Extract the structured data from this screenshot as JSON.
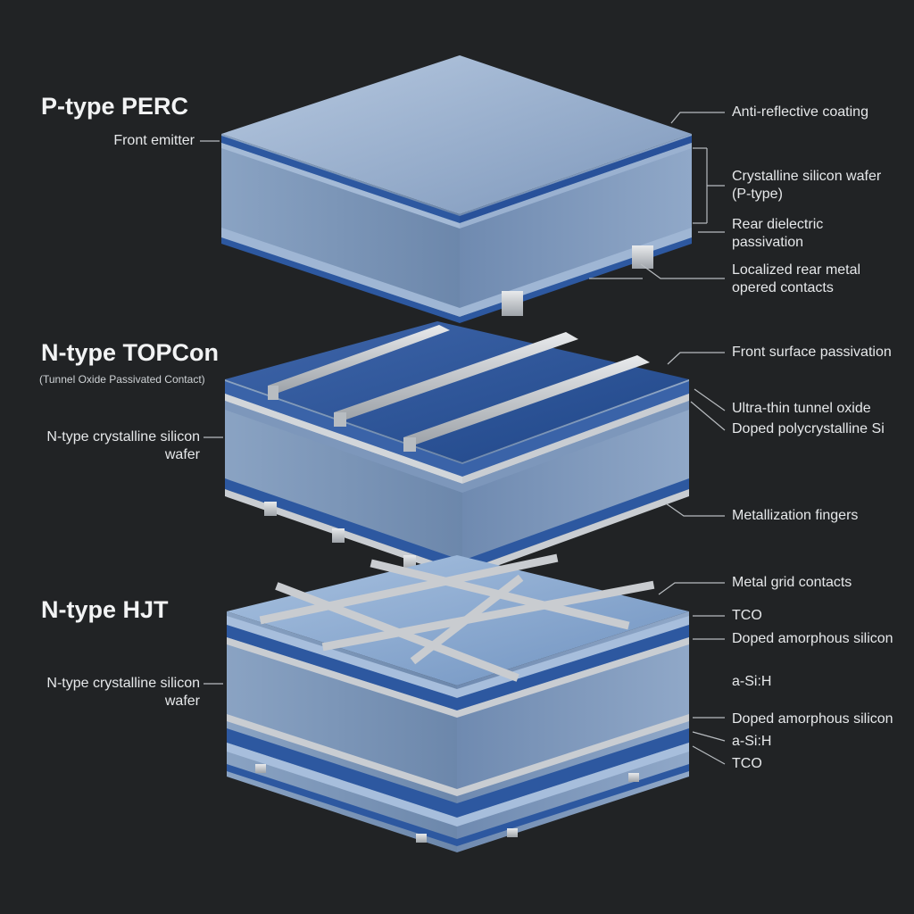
{
  "cells": {
    "perc": {
      "title": "P-type PERC",
      "left_labels": {
        "front_emitter": "Front emitter"
      },
      "right_labels": {
        "arc": "Anti-reflective coating",
        "wafer": "Crystalline silicon wafer\n(P-type)",
        "rear_dielectric": "Rear dielectric\npassivation",
        "rear_contacts": "Localized rear metal\nopered contacts"
      }
    },
    "topcon": {
      "title": "N-type TOPCon",
      "subtitle": "(Tunnel Oxide Passivated Contact)",
      "left_labels": {
        "wafer": "N-type crystalline silicon\nwafer"
      },
      "right_labels": {
        "front_passivation": "Front surface passivation",
        "tunnel_oxide": "Ultra-thin tunnel oxide",
        "poly_si": "Doped polycrystalline Si",
        "fingers": "Metallization fingers"
      }
    },
    "hjt": {
      "title": "N-type HJT",
      "left_labels": {
        "wafer": "N-type crystalline silicon\nwafer"
      },
      "right_labels": {
        "grid": "Metal grid contacts",
        "tco_top": "TCO",
        "doped_a_si_top": "Doped amorphous silicon",
        "a_si_h_top": "a-Si:H",
        "doped_a_si_bottom": "Doped amorphous silicon",
        "a_si_h_bottom": "a-Si:H",
        "tco_bottom": "TCO"
      }
    }
  },
  "colors": {
    "background": "#212325",
    "label_text": "#e6e8ea",
    "leader_line": "#b8bcc0",
    "silicon_light": "#8fa8c8",
    "silicon_mid": "#6f8fb8",
    "passivation_blue": "#3a63a8",
    "dark_blue": "#234a8c",
    "metal": "#c9ccd0",
    "glass_top": "#a9c0dc"
  }
}
